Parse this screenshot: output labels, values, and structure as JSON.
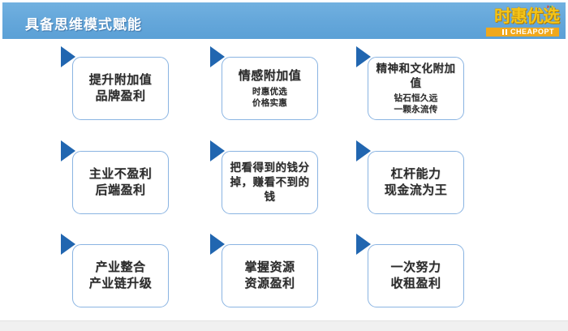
{
  "header": {
    "title": "具备思维模式赋能",
    "background_color": "#66a8db",
    "title_color": "#ffffff",
    "logo": {
      "cn_text": "时惠优选",
      "en_text": "CHEAPOPT",
      "cn_color": "#f5c518",
      "bar_color": "#f0a81c"
    }
  },
  "theme": {
    "arrow_color": "#2166b0",
    "card_border_color": "#8ab4e2",
    "text_color": "#2b2b2b"
  },
  "cards": [
    {
      "title": "提升附加值\n品牌盈利",
      "subtitle": "",
      "arrow": "right-triangle"
    },
    {
      "title": "情感附加值",
      "subtitle": "时惠优选\n价格实惠",
      "arrow": "right-triangle"
    },
    {
      "title": "精神和文化附加值",
      "subtitle": "钻石恒久远\n一颗永流传",
      "arrow": "right-triangle"
    },
    {
      "title": "主业不盈利\n后端盈利",
      "subtitle": "",
      "arrow": "right-triangle"
    },
    {
      "title": "把看得到的钱分掉，赚看不到的钱",
      "subtitle": "",
      "arrow": "right-triangle"
    },
    {
      "title": "杠杆能力\n现金流为王",
      "subtitle": "",
      "arrow": "right-triangle"
    },
    {
      "title": "产业整合\n产业链升级",
      "subtitle": "",
      "arrow": "right-triangle"
    },
    {
      "title": "掌握资源\n资源盈利",
      "subtitle": "",
      "arrow": "right-triangle"
    },
    {
      "title": "一次努力\n收租盈利",
      "subtitle": "",
      "arrow": "right-triangle"
    }
  ]
}
